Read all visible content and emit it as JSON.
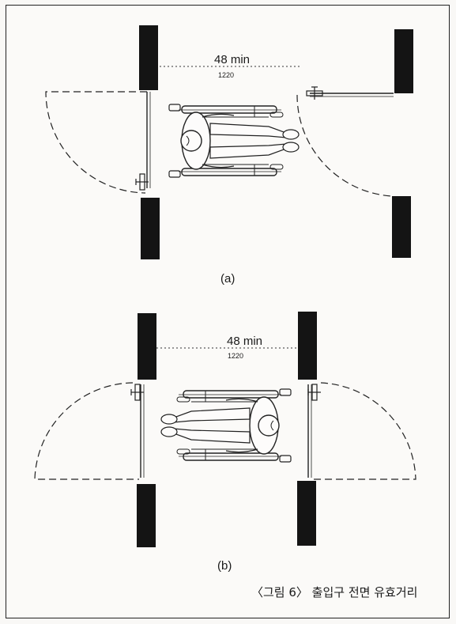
{
  "diagram_a": {
    "dimension_label": "48 min",
    "dimension_sub": "1220",
    "panel_label": "(a)"
  },
  "diagram_b": {
    "dimension_label": "48 min",
    "dimension_sub": "1220",
    "panel_label": "(b)"
  },
  "caption": "〈그림 6〉 출입구 전면 유효거리"
}
